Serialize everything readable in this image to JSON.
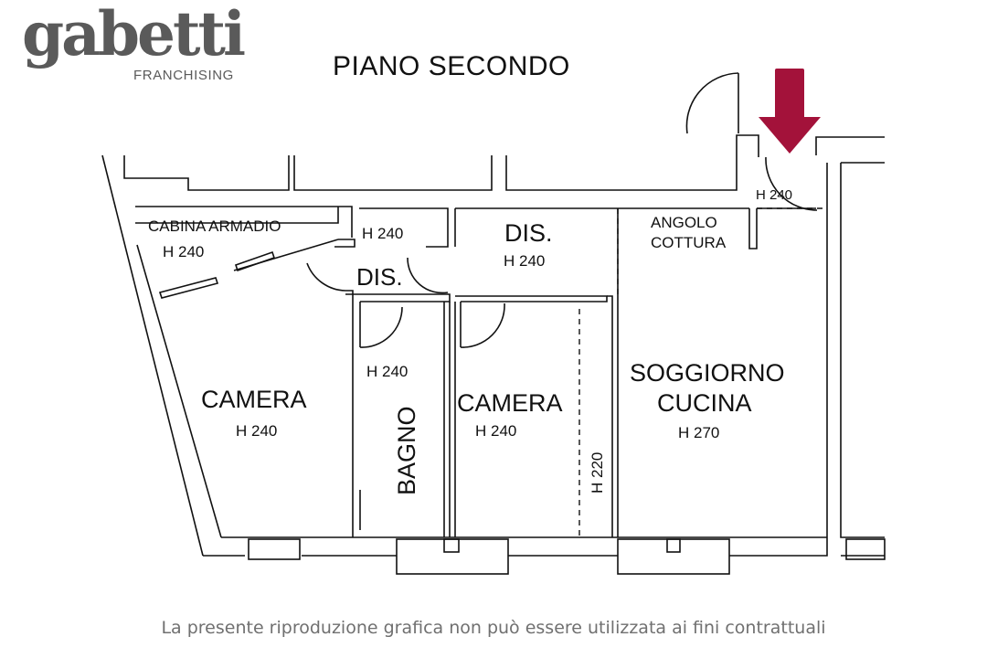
{
  "brand": {
    "name": "gabetti",
    "subtitle": "FRANCHISING",
    "color": "#5a5a5a"
  },
  "title": "PIANO SECONDO",
  "entrance_arrow_color": "#a3123a",
  "rooms": {
    "cabina": {
      "name": "CABINA ARMADIO",
      "height": "H 240"
    },
    "dis_small": {
      "name": "DIS.",
      "height": "H 240"
    },
    "dis_large": {
      "name": "DIS.",
      "height": "H 240"
    },
    "angolo": {
      "name_line1": "ANGOLO",
      "name_line2": "COTTURA"
    },
    "entry": {
      "height": "H 240"
    },
    "camera_left": {
      "name": "CAMERA",
      "height": "H 240"
    },
    "bagno": {
      "name": "BAGNO",
      "height": "H 240"
    },
    "camera_mid": {
      "name": "CAMERA",
      "height": "H 240",
      "sub_height": "H 220"
    },
    "soggiorno": {
      "name_line1": "SOGGIORNO",
      "name_line2": "CUCINA",
      "height": "H 270"
    }
  },
  "disclaimer": "La presente riproduzione grafica non può essere utilizzata ai fini contrattuali"
}
